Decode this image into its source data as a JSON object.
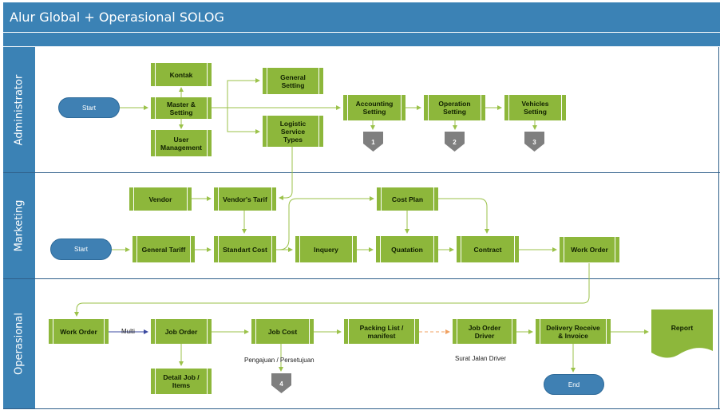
{
  "title": "Alur Global + Operasional SOLOG",
  "lanes": {
    "administrator": "Administrator",
    "marketing": "Marketing",
    "operasional": "Operasional"
  },
  "admin": {
    "start": "Start",
    "kontak": "Kontak",
    "master_setting": "Master & Setting",
    "user_management": "User Management",
    "general_setting": "General Setting",
    "logistic_service_types": "Logistic Service Types",
    "accounting_setting": "Accounting Setting",
    "operation_setting": "Operation Setting",
    "vehicles_setting": "Vehicles Setting",
    "connector_1": "1",
    "connector_2": "2",
    "connector_3": "3"
  },
  "marketing": {
    "start": "Start",
    "vendor": "Vendor",
    "vendors_tarif": "Vendor's Tarif",
    "general_tariff": "General Tariff",
    "standart_cost": "Standart Cost",
    "inquery": "Inquery",
    "cost_plan": "Cost Plan",
    "quatation": "Quatation",
    "contract": "Contract",
    "work_order": "Work Order"
  },
  "operasional": {
    "work_order": "Work Order",
    "multi_label": "Multi",
    "job_order": "Job Order",
    "detail_job_items": "Detail Job / Items",
    "job_cost": "Job Cost",
    "pengajuan_label": "Pengajuan / Persetujuan",
    "connector_4": "4",
    "packing_list": "Packing List / manifest",
    "job_order_driver": "Job Order Driver",
    "surat_jalan_label": "Surat Jalan Driver",
    "delivery_receive": "Delivery Receive & Invoice",
    "end": "End",
    "report": "Report"
  },
  "colors": {
    "header_blue": "#3b82b5",
    "process_green": "#8db73b",
    "terminator_blue": "#3f80b3",
    "connector_gray": "#7f7f7f",
    "wire_green": "#9bc24a",
    "dashed_orange": "#f0a060",
    "multi_arrow": "#3b4aa0"
  }
}
